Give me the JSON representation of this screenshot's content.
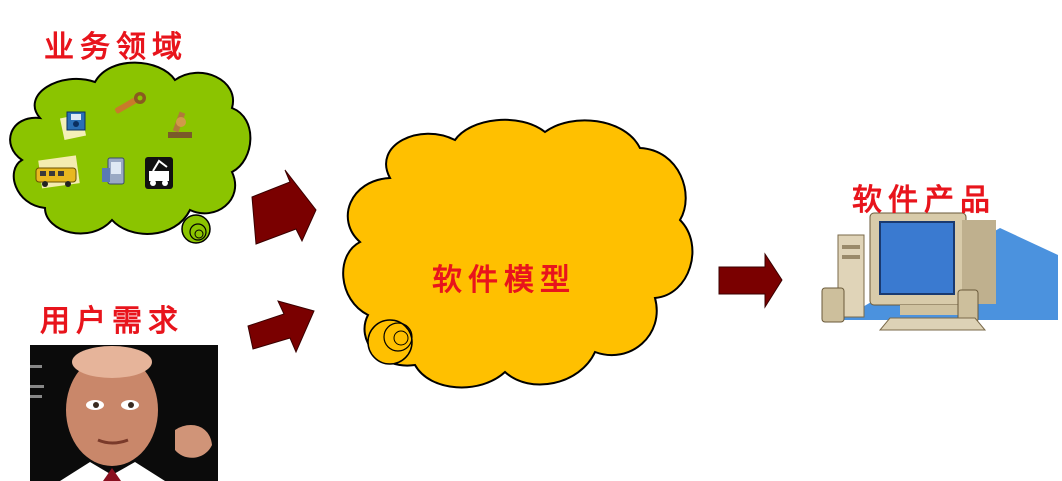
{
  "labels": {
    "business_domain": "业务领域",
    "user_requirements": "用户需求",
    "software_model": "软件模型",
    "software_product": "软件产品"
  },
  "colors": {
    "label_red": "#e8141c",
    "green_cloud": "#8bc400",
    "orange_cloud": "#ffc000",
    "arrow": "#7a0000"
  },
  "icons": [
    "floppy-icon",
    "wrench-icon",
    "microscope-icon",
    "school-bus-icon",
    "pda-icon",
    "tow-truck-icon",
    "desktop-computer-icon",
    "person-photo"
  ]
}
